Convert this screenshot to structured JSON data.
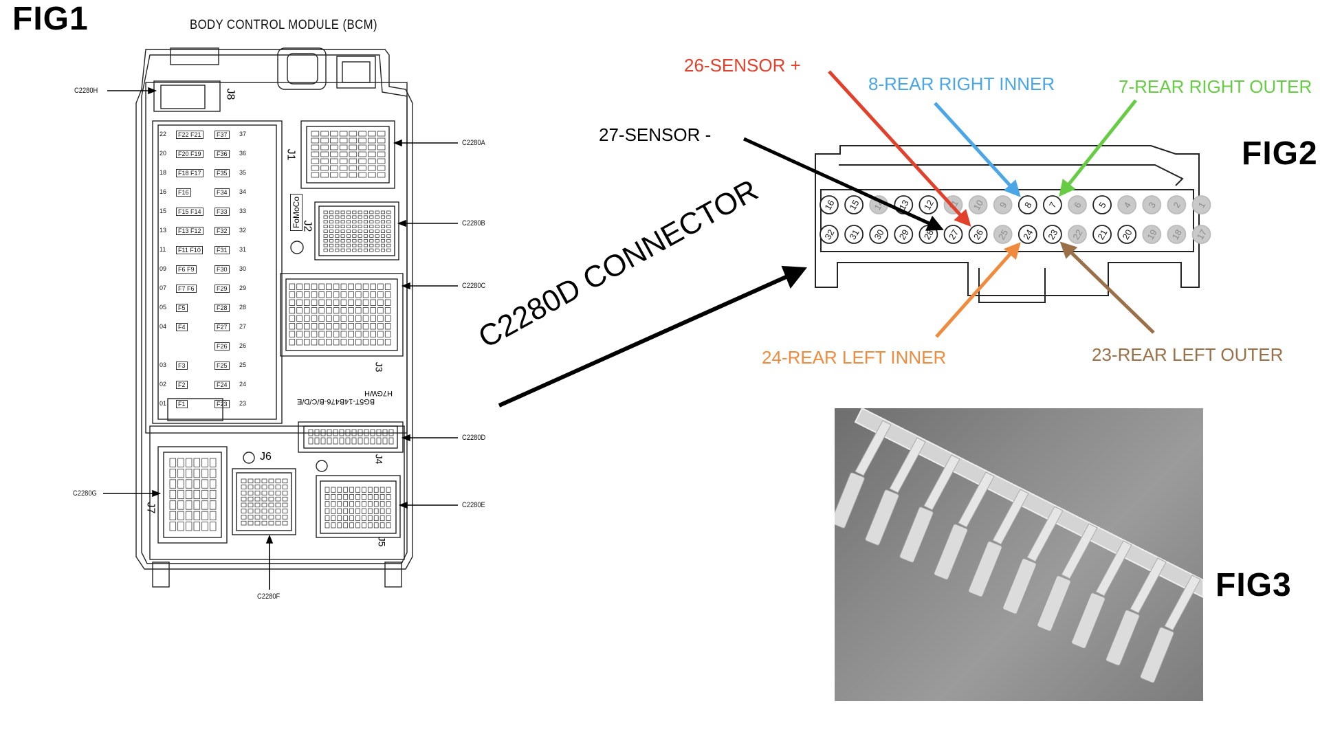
{
  "figures": {
    "fig1": "FIG1",
    "fig2": "FIG2",
    "fig3": "FIG3"
  },
  "bcm": {
    "title": "BODY CONTROL MODULE (BCM)",
    "connectors": {
      "h": "C2280H",
      "a": "C2280A",
      "b": "C2280B",
      "c": "C2280C",
      "d": "C2280D",
      "e": "C2280E",
      "f": "C2280F",
      "g": "C2280G"
    },
    "jack_labels": [
      "J8",
      "J1",
      "J2",
      "J3",
      "J4",
      "J5",
      "J6",
      "J7"
    ],
    "fuse_rows": [
      {
        "left": "22",
        "fuses": "F22 F21",
        "right_f": "F37",
        "right": "37"
      },
      {
        "left": "20",
        "fuses": "F20 F19",
        "right_f": "F36",
        "right": "36"
      },
      {
        "left": "18",
        "fuses": "F18 F17",
        "right_f": "F35",
        "right": "35"
      },
      {
        "left": "16",
        "fuses": "F16",
        "right_f": "F34",
        "right": "34"
      },
      {
        "left": "15",
        "fuses": "F15 F14",
        "right_f": "F33",
        "right": "33"
      },
      {
        "left": "13",
        "fuses": "F13 F12",
        "right_f": "F32",
        "right": "32"
      },
      {
        "left": "11",
        "fuses": "F11 F10",
        "right_f": "F31",
        "right": "31"
      },
      {
        "left": "09",
        "fuses": "F6 F9",
        "right_f": "F30",
        "right": "30"
      },
      {
        "left": "07",
        "fuses": "F7 F6",
        "right_f": "F29",
        "right": "29"
      },
      {
        "left": "05",
        "fuses": "F5",
        "right_f": "F28",
        "right": "28"
      },
      {
        "left": "04",
        "fuses": "F4",
        "right_f": "F27",
        "right": "27"
      },
      {
        "left": "",
        "fuses": "",
        "right_f": "F26",
        "right": "26"
      },
      {
        "left": "03",
        "fuses": "F3",
        "right_f": "F25",
        "right": "25"
      },
      {
        "left": "02",
        "fuses": "F2",
        "right_f": "F24",
        "right": "24"
      },
      {
        "left": "01",
        "fuses": "F1",
        "right_f": "F23",
        "right": "23"
      }
    ],
    "brand": "FoMoCo",
    "part_number": "BG5T-14B476-B/C/D/E",
    "part_code": "H7GWH"
  },
  "connector": {
    "caption": "C2280D CONNECTOR",
    "top_row": [
      "16",
      "15",
      "14",
      "13",
      "12",
      "11",
      "10",
      "9",
      "8",
      "7",
      "6",
      "5",
      "4",
      "3",
      "2",
      "1"
    ],
    "bottom_row": [
      "32",
      "31",
      "30",
      "29",
      "28",
      "27",
      "26",
      "25",
      "24",
      "23",
      "22",
      "21",
      "20",
      "19",
      "18",
      "17"
    ],
    "grey_pins": [
      "14",
      "11",
      "10",
      "9",
      "6",
      "4",
      "3",
      "2",
      "1",
      "25",
      "22",
      "19",
      "18",
      "17"
    ],
    "callouts": [
      {
        "pin": "26",
        "label": "26-SENSOR +",
        "color": "#e2402a"
      },
      {
        "pin": "8",
        "label": "8-REAR RIGHT INNER",
        "color": "#4aa6e6"
      },
      {
        "pin": "7",
        "label": "7-REAR RIGHT OUTER",
        "color": "#66cc44"
      },
      {
        "pin": "27",
        "label": "27-SENSOR -",
        "color": "#000000"
      },
      {
        "pin": "24",
        "label": "24-REAR LEFT INNER",
        "color": "#f08a3c"
      },
      {
        "pin": "23",
        "label": "23-REAR LEFT OUTER",
        "color": "#9a7048"
      }
    ]
  },
  "photo": {
    "subject": "strip of crimp terminals",
    "terminal_count": 10
  }
}
